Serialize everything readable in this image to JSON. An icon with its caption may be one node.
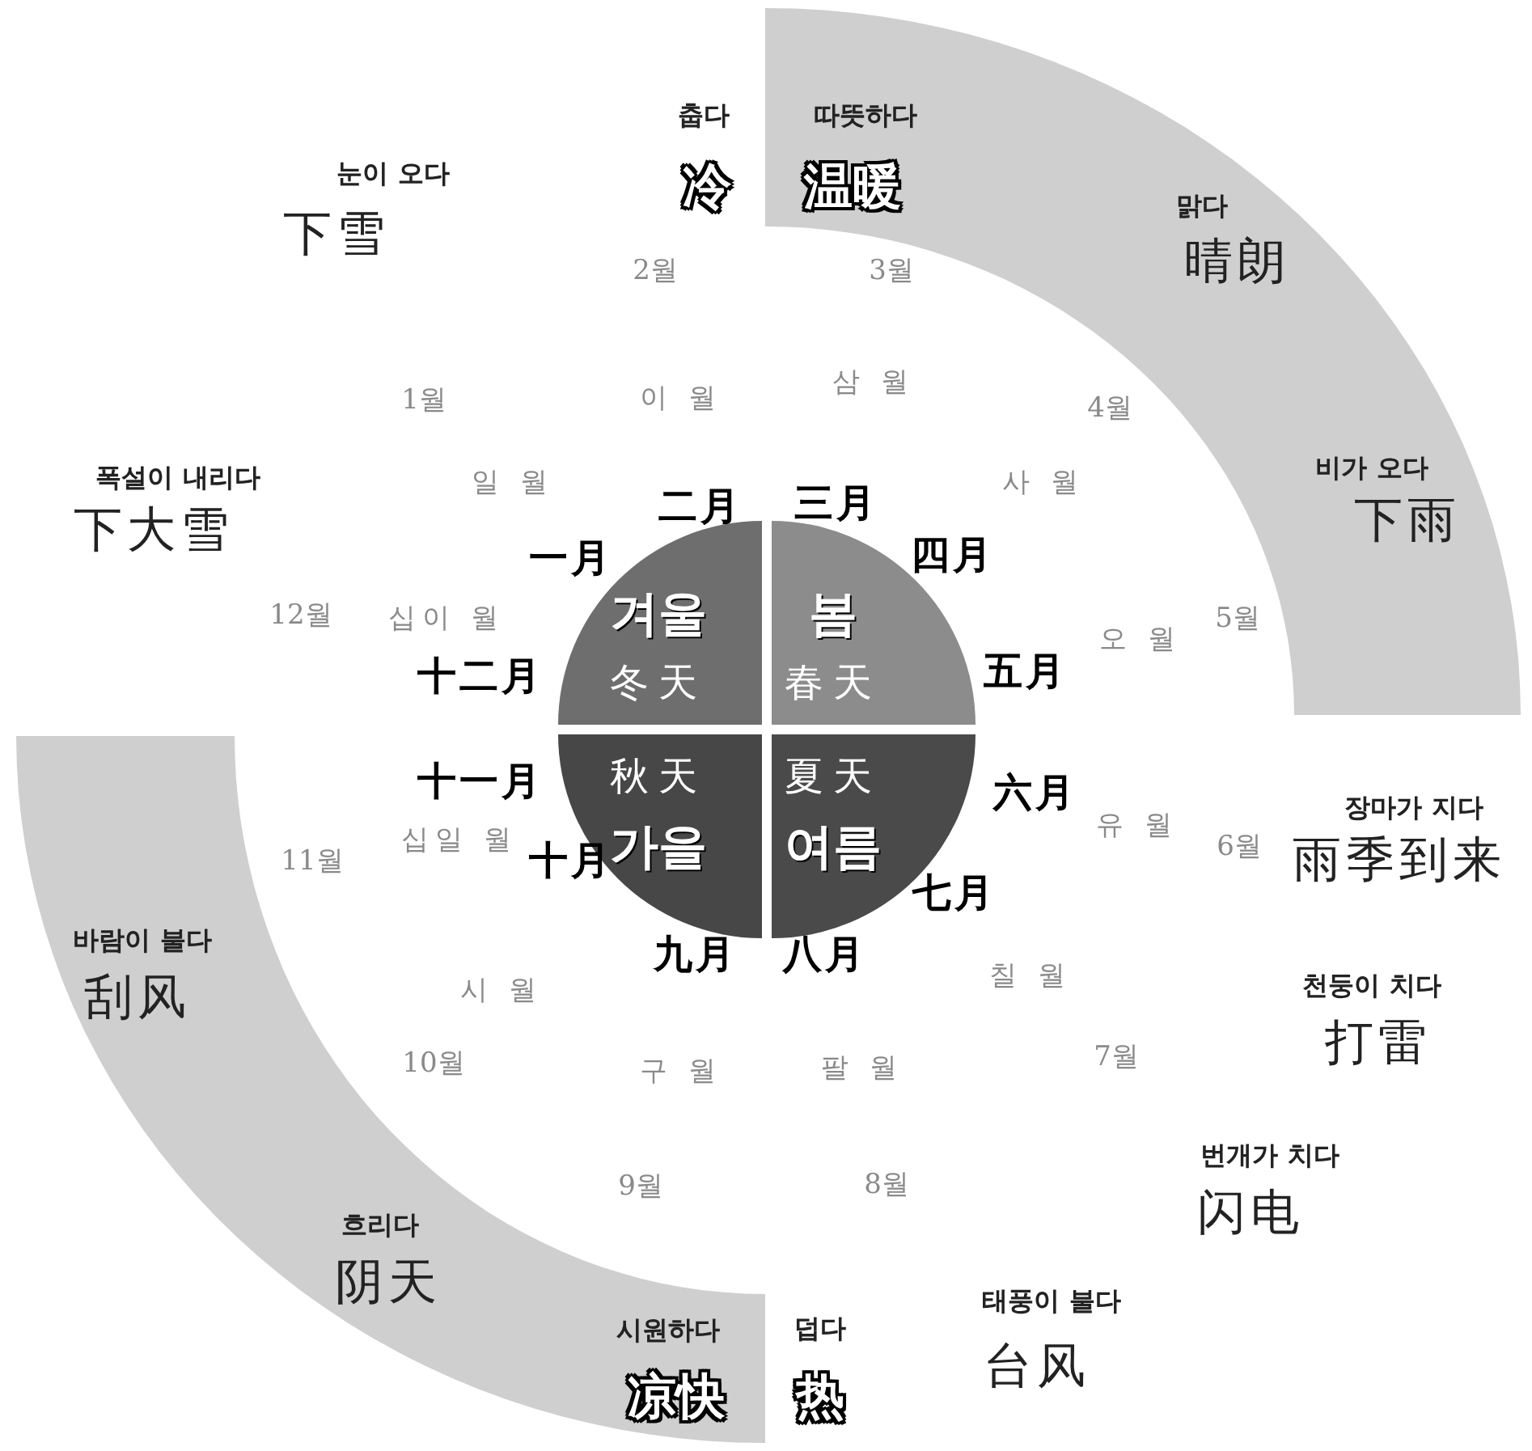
{
  "diagram": {
    "nodes": [
      {
        "text": [
          "겨울",
          "冬天"
        ]
      },
      {
        "text": [
          "봄",
          "春天"
        ]
      },
      {
        "text": [
          "秋天",
          "가을"
        ]
      },
      {
        "text": [
          "夏天",
          "여름"
        ]
      }
    ],
    "labels": [
      "춥다",
      "따뜻하다",
      "冷",
      "温暖",
      "눈이 오다",
      "下雪",
      "맑다",
      "晴朗",
      "2월",
      "3월",
      "1월",
      "이 월",
      "삼 월",
      "4월",
      "폭설이 내리다",
      "下大雪",
      "일 월",
      "二月",
      "三月",
      "사 월",
      "비가 오다",
      "下雨",
      "一月",
      "四月",
      "12월",
      "십이 월",
      "오 월",
      "5월",
      "十二月",
      "五月",
      "十一月",
      "六月",
      "장마가 지다",
      "유 월",
      "6월",
      "雨季到来",
      "십일 월",
      "11월",
      "十月",
      "七月",
      "바람이 불다",
      "九月",
      "八月",
      "칠 월",
      "刮风",
      "시 월",
      "천둥이 치다",
      "打雷",
      "10월",
      "구 월",
      "팔 월",
      "7월",
      "번개가 치다",
      "闪电",
      "9월",
      "8월",
      "흐리다",
      "阴天",
      "시원하다",
      "덥다",
      "태풍이 불다",
      "台风",
      "凉快",
      "热"
    ]
  }
}
